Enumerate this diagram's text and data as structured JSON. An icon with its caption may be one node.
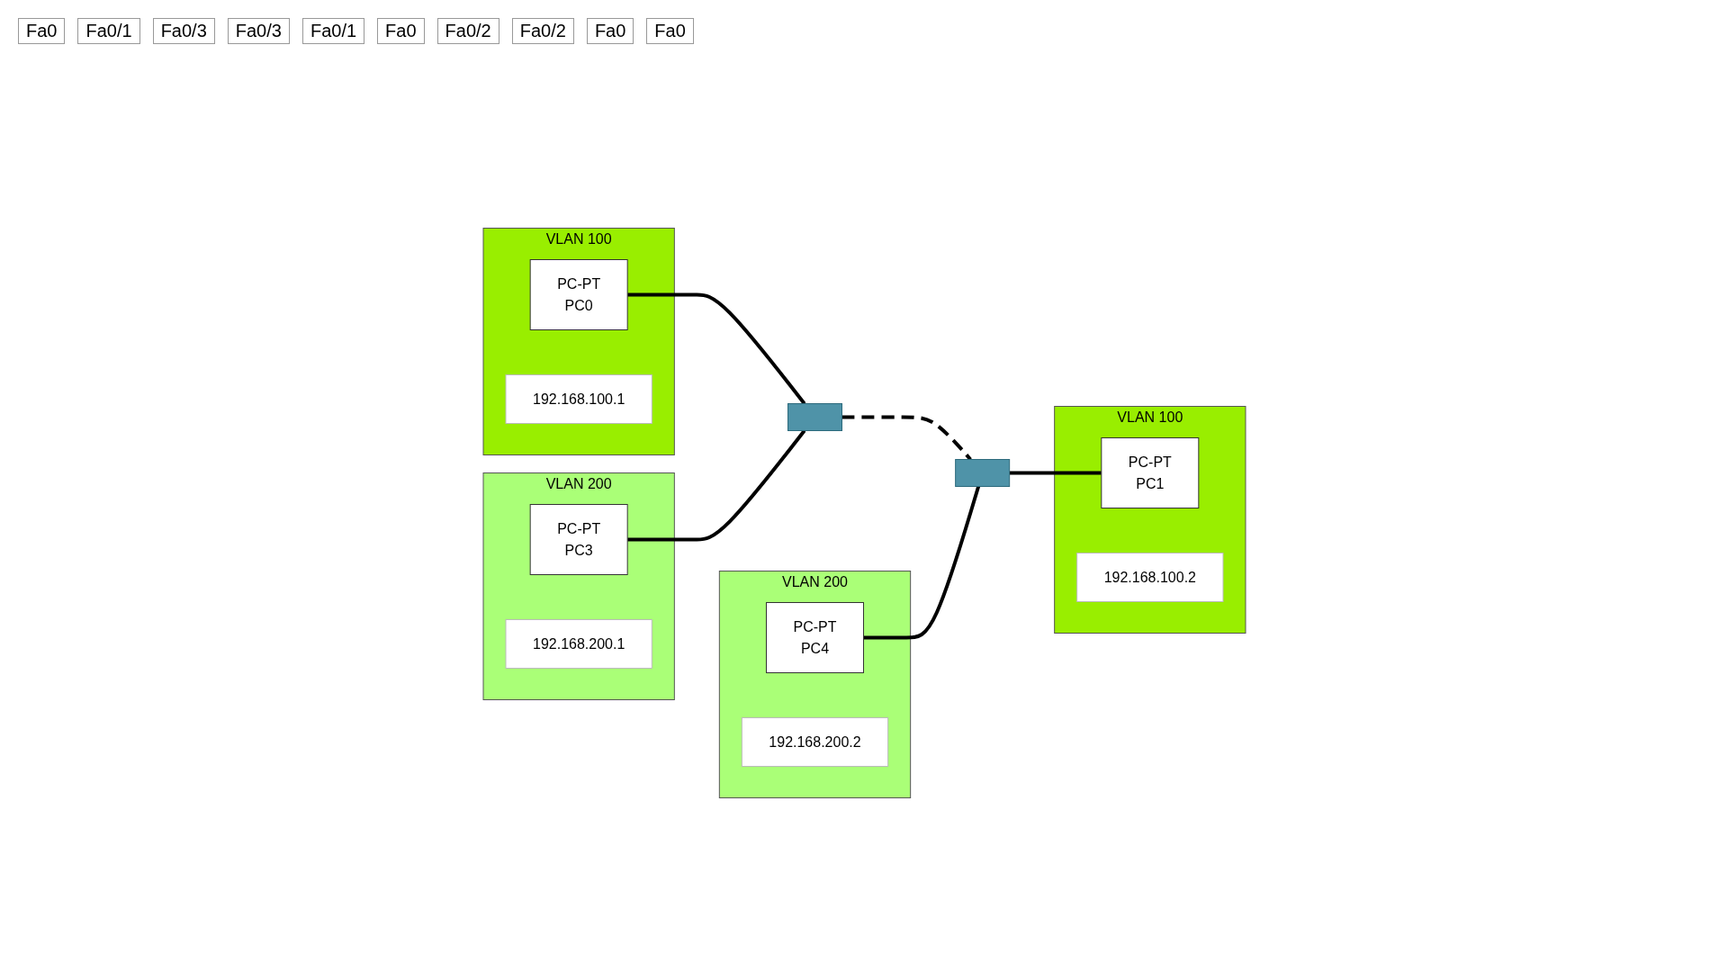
{
  "diagram": {
    "nodes": [
      {
        "text": [
          "VLAN 100"
        ]
      },
      {
        "text": [
          "PC-PT",
          "PC0"
        ],
        "in": 0
      },
      {
        "text": [
          "192.168.100.1"
        ],
        "in": 0
      },
      {
        "text": [],
        "shape": "box"
      },
      {
        "text": [
          "VLAN 200"
        ]
      },
      {
        "text": [
          "PC-PT",
          "PC3"
        ],
        "in": 4
      },
      {
        "text": [
          "192.168.200.1"
        ],
        "in": 4
      },
      {
        "text": [],
        "shape": "box"
      },
      {
        "text": [
          "VLAN 200"
        ]
      },
      {
        "text": [
          "PC-PT",
          "PC4"
        ],
        "in": 8
      },
      {
        "text": [
          "192.168.200.2"
        ],
        "in": 8
      },
      {
        "text": [
          "VLAN 100"
        ]
      },
      {
        "text": [
          "PC-PT",
          "PC1"
        ],
        "in": 11
      },
      {
        "text": [
          "192.168.100.2"
        ],
        "in": 11
      }
    ],
    "edges": [
      {
        "from": 1,
        "to": 3,
        "arrow": "none"
      },
      {
        "from": 3,
        "to": 7,
        "arrow": "none",
        "style": "dashed"
      },
      {
        "from": 5,
        "to": 3,
        "arrow": "none"
      },
      {
        "from": 9,
        "to": 7,
        "arrow": "none"
      },
      {
        "from": 7,
        "to": 12,
        "arrow": "none"
      }
    ],
    "labels": [
      "Fa0",
      "Fa0/1",
      "Fa0/3",
      "Fa0/3",
      "Fa0/1",
      "Fa0",
      "Fa0/2",
      "Fa0/2",
      "Fa0",
      "Fa0"
    ]
  }
}
